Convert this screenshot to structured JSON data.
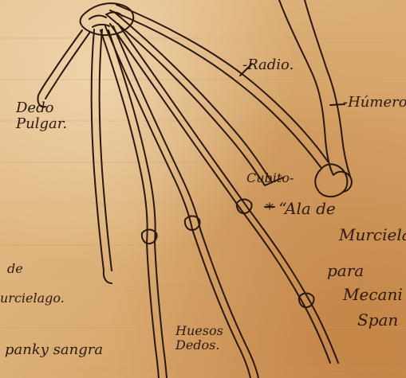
{
  "diagram": {
    "labels": {
      "radio": "-Radio.",
      "humero": "-Húmero",
      "dedo_pulgar_line1": "Dedo",
      "dedo_pulgar_line2": "Pulgar.",
      "cubito": "Cubito-",
      "ala_line1": "* “Ala de",
      "ala_line2": "Murcielago",
      "ala_line3": "para",
      "ala_line4": "Mecani",
      "ala_line5": "Span",
      "huesos_line1": "Huesos",
      "huesos_line2": "Dedos.",
      "left_fragment_1": "de",
      "left_fragment_2": "urcielago.",
      "bottom_text": "panky sangra"
    }
  }
}
